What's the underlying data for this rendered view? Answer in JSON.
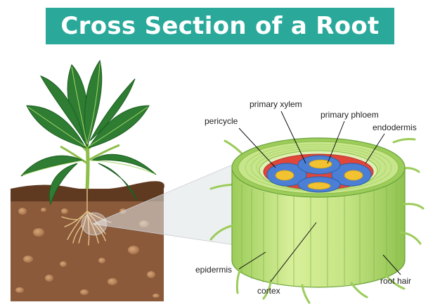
{
  "title": "Cross Section of a Root",
  "labels": {
    "primary_xylem": "primary xylem",
    "pericycle": "pericycle",
    "primary_phloem": "primary phloem",
    "endodermis": "endodermis",
    "epidermis": "epidermis",
    "cortex": "cortex",
    "root_hair": "root hair"
  },
  "colors": {
    "banner": "#2aa99b",
    "soil": "#8a5a3a",
    "leaf": "#2e7d32",
    "root_tissue": "#b9dc7a",
    "pericycle_ring": "#e0463a",
    "phloem": "#4b7fd6",
    "xylem": "#f2c230"
  }
}
